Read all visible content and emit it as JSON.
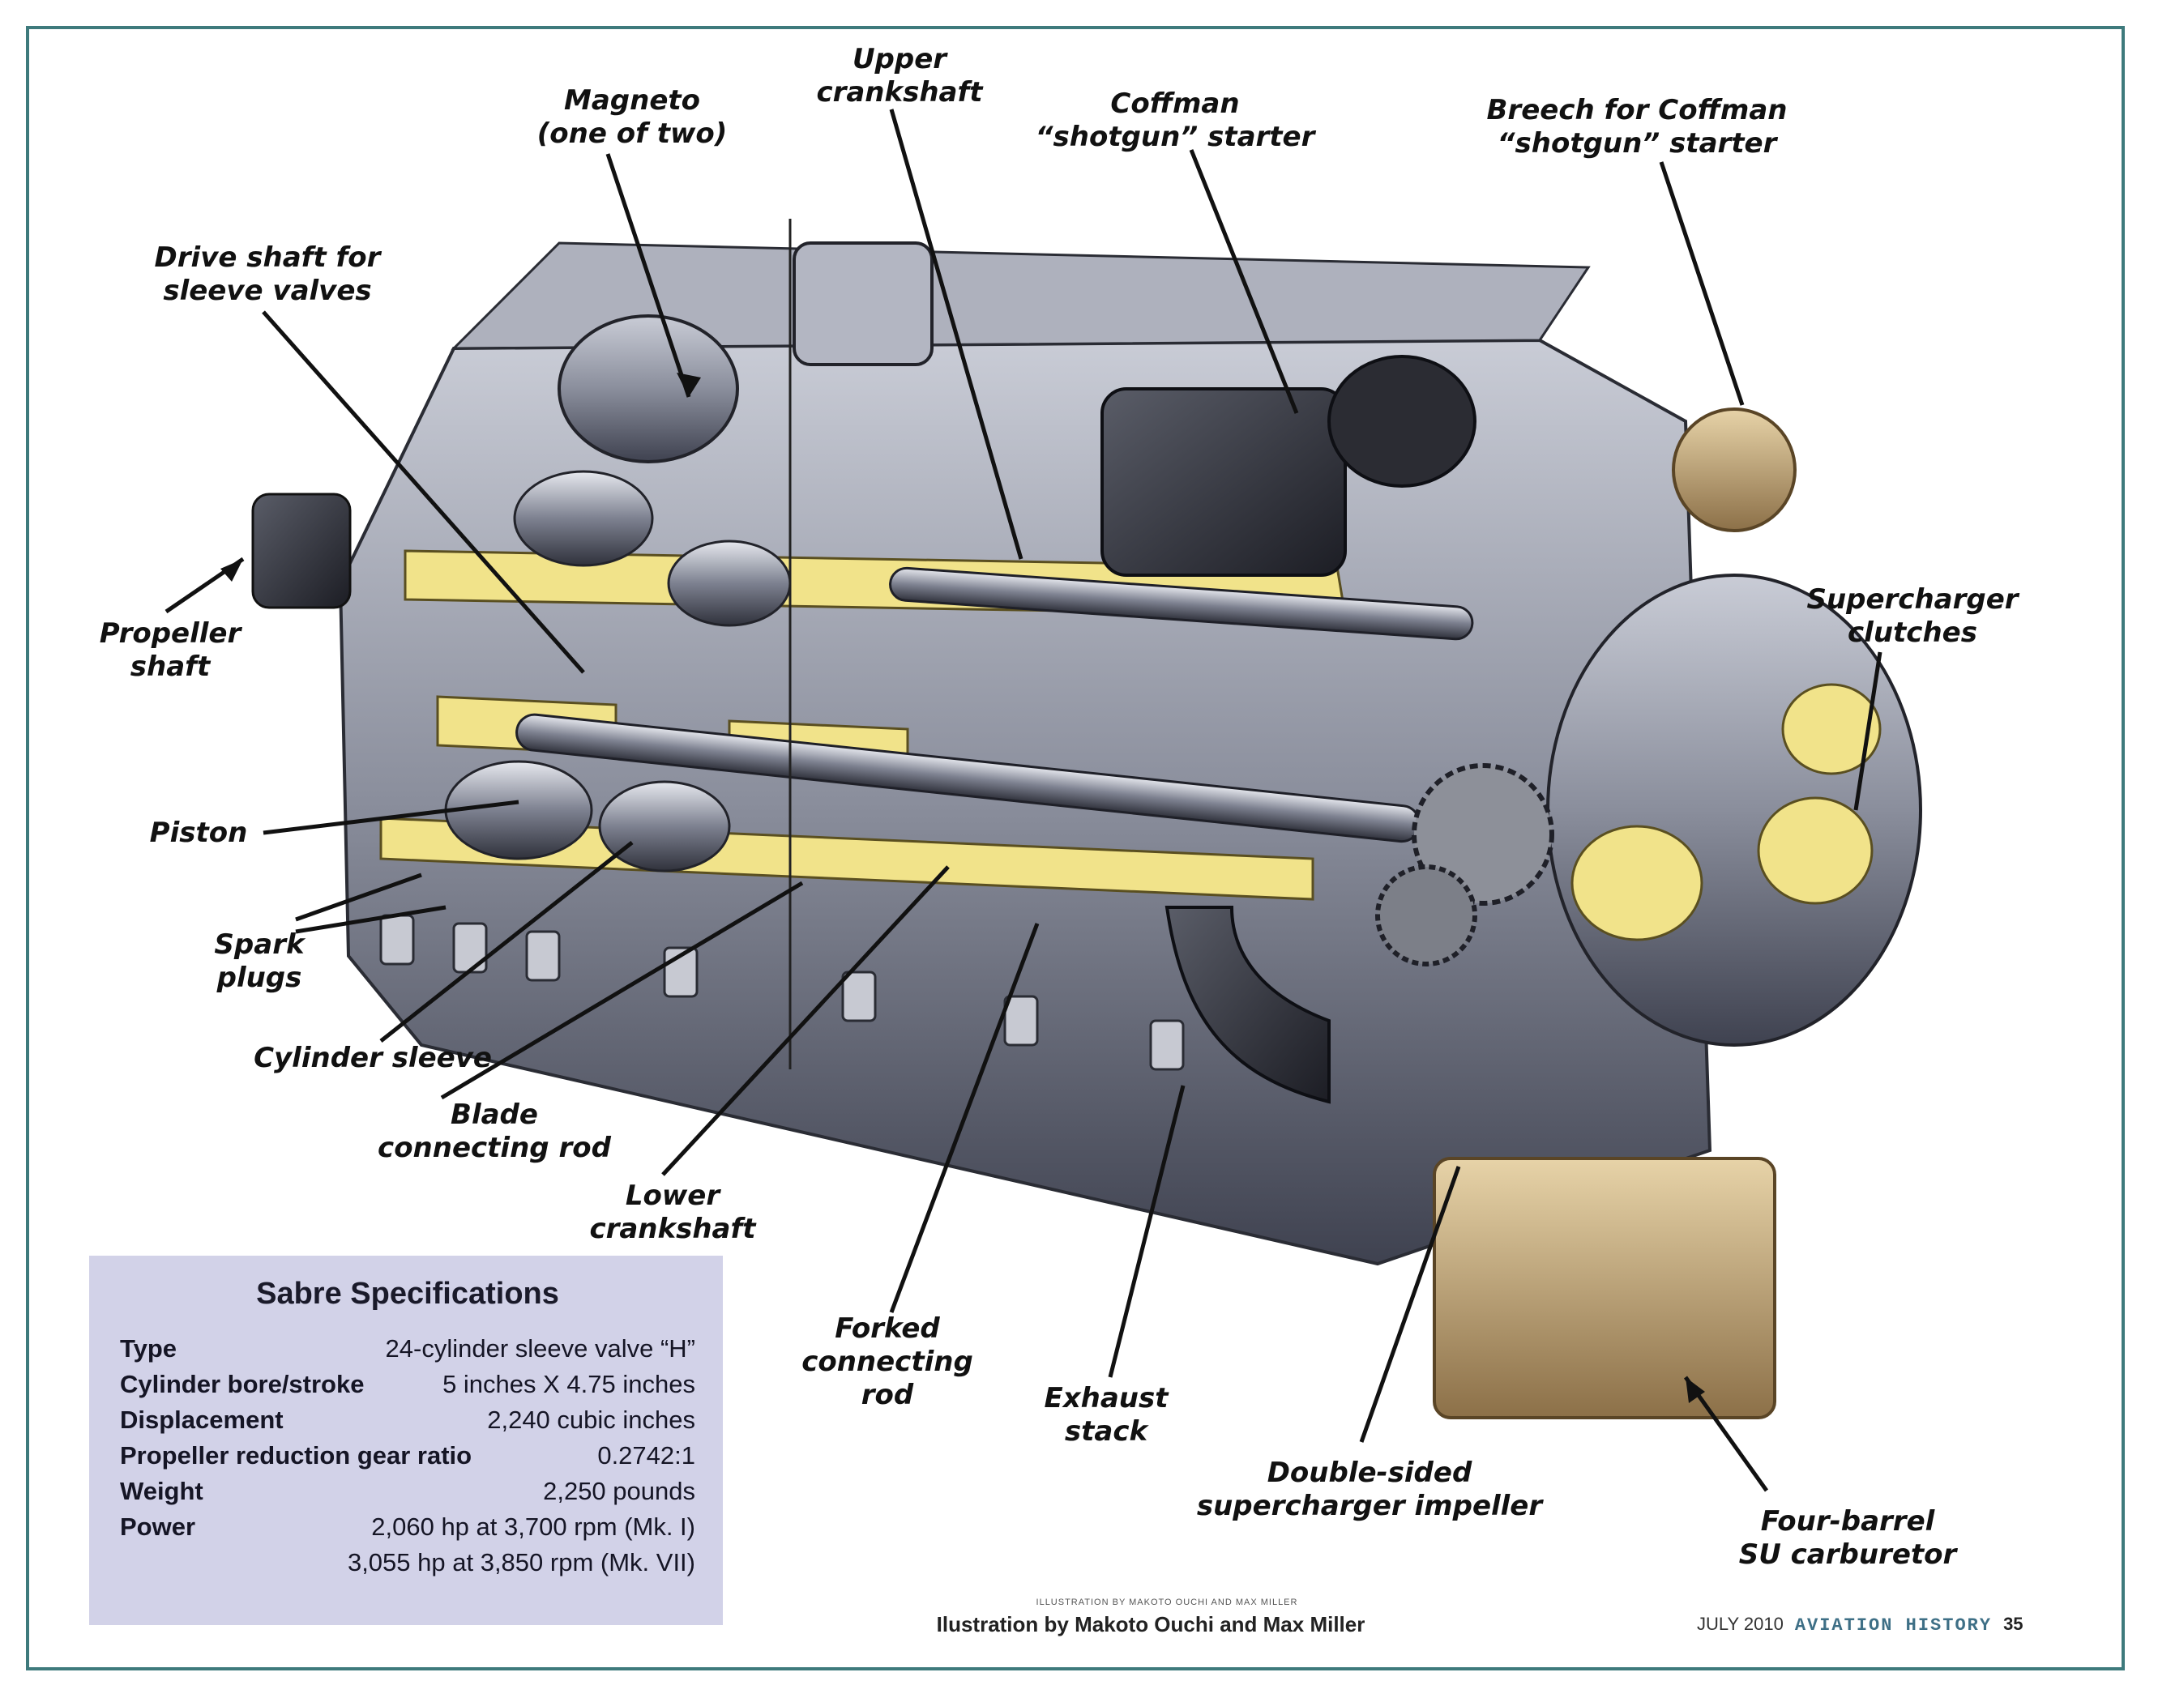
{
  "labels": {
    "magneto": "Magneto\n(one of two)",
    "upper_crankshaft": "Upper\ncrankshaft",
    "coffman_starter": "Coffman\n“shotgun” starter",
    "breech": "Breech for Coffman\n“shotgun” starter",
    "drive_shaft": "Drive shaft for\nsleeve valves",
    "propeller_shaft": "Propeller\nshaft",
    "supercharger_clutches": "Supercharger\nclutches",
    "piston": "Piston",
    "spark_plugs": "Spark\nplugs",
    "cylinder_sleeve": "Cylinder sleeve",
    "blade_rod": "Blade\nconnecting rod",
    "lower_crankshaft": "Lower\ncrankshaft",
    "forked_rod": "Forked\nconnecting\nrod",
    "exhaust_stack": "Exhaust\nstack",
    "impeller": "Double-sided\nsupercharger impeller",
    "carburetor": "Four-barrel\nSU carburetor"
  },
  "specs": {
    "title": "Sabre Specifications",
    "rows": [
      {
        "key": "Type",
        "value": "24-cylinder sleeve valve “H”"
      },
      {
        "key": "Cylinder bore/stroke",
        "value": "5 inches X 4.75 inches"
      },
      {
        "key": "Displacement",
        "value": "2,240 cubic inches"
      },
      {
        "key": "Propeller reduction gear ratio",
        "value": "0.2742:1"
      },
      {
        "key": "Weight",
        "value": "2,250 pounds"
      },
      {
        "key": "Power",
        "value": "2,060 hp at 3,700 rpm (Mk. I)"
      }
    ],
    "power_continued": "3,055 hp at 3,850 rpm (Mk. VII)"
  },
  "credits": {
    "small": "ILLUSTRATION BY MAKOTO OUCHI AND MAX MILLER",
    "main": "Ilustration by Makoto Ouchi and Max Miller"
  },
  "footer": {
    "date": "JULY 2010",
    "magazine": "AVIATION HISTORY",
    "page": "35"
  }
}
